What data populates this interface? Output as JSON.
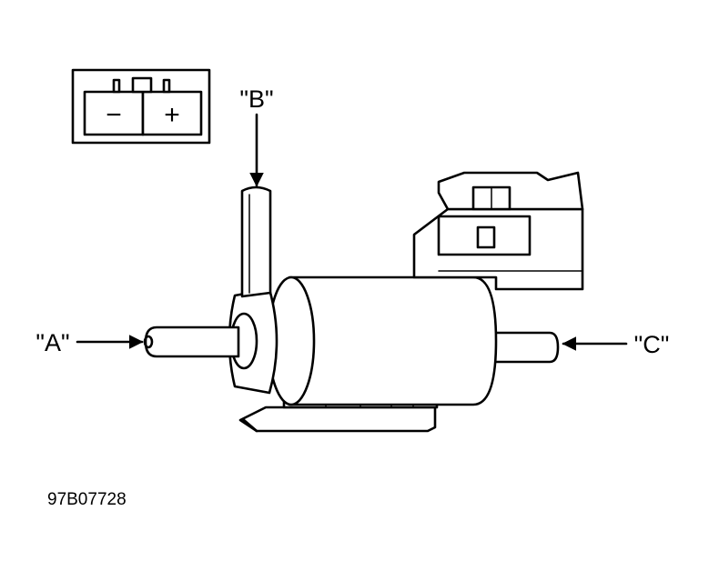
{
  "labels": {
    "port_a": "\"A\"",
    "port_b": "\"B\"",
    "port_c": "\"C\""
  },
  "connector": {
    "negative_terminal": "−",
    "positive_terminal": "+"
  },
  "figure_code": "97B07728",
  "colors": {
    "ink": "#000000",
    "background": "#ffffff"
  }
}
